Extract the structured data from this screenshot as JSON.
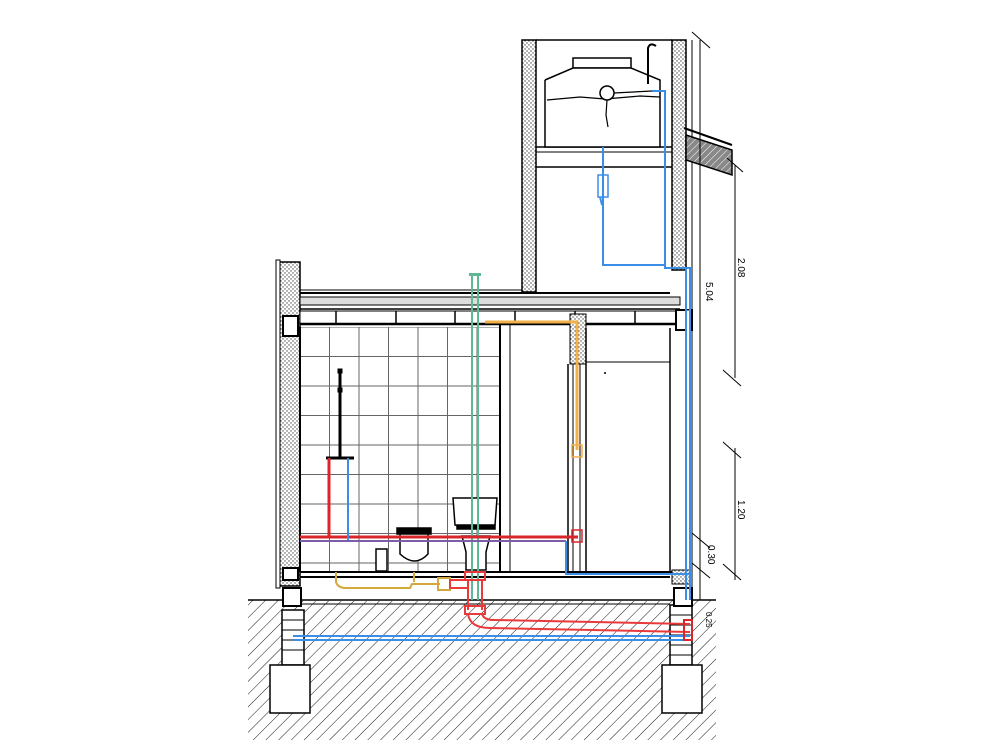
{
  "drawing": {
    "type": "plumbing-section",
    "background": "#ffffff"
  },
  "colors": {
    "line": "#000000",
    "cold_water": "#3a8ee6",
    "hot_water": "#d9262b",
    "sewer": "#e83a3a",
    "grey_water": "#d4a93c",
    "rainwater": "#f0b04a",
    "vent": "#5fb894",
    "masonry_fill": "#c8c8c8",
    "earth_hatch": "#000000"
  },
  "dimensions": {
    "total_height": "5.04",
    "upper_height": "2.08",
    "fixture_height": "1.20",
    "sill_height": "0.30",
    "foundation_step": "0.25"
  },
  "elements": {
    "water_tank": "elevated-water-tank",
    "shower": "shower-head",
    "bidet": "bidet",
    "toilet": "toilet",
    "floor_drain": "floor-drain",
    "vent_pipe": "vent-pipe"
  }
}
